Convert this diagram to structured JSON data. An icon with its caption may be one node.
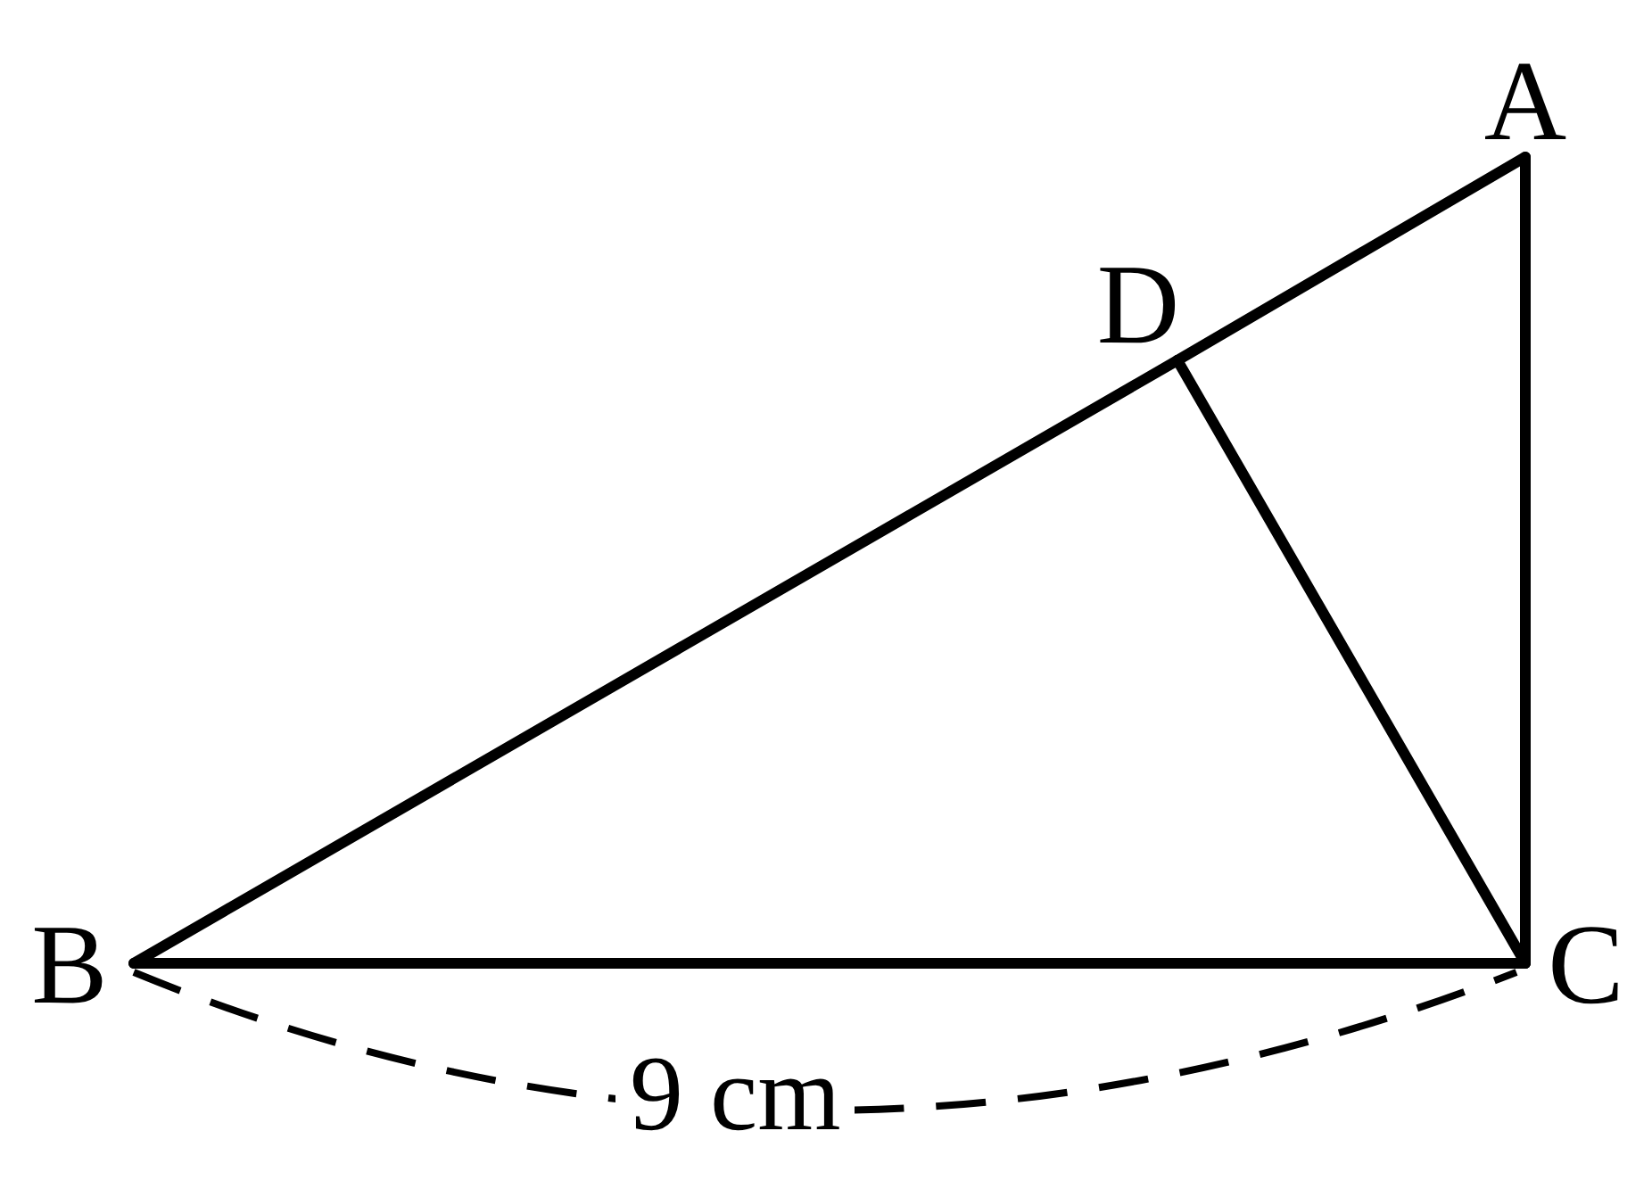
{
  "diagram": {
    "nodes": [
      {
        "text": [
          "A"
        ]
      },
      {
        "text": [
          "D"
        ]
      },
      {
        "text": [
          "B"
        ]
      },
      {
        "text": [
          "C"
        ]
      }
    ],
    "edges": [
      {
        "from": 2,
        "to": 1,
        "arrow": "none"
      },
      {
        "from": 1,
        "to": 0,
        "arrow": "none"
      },
      {
        "from": 0,
        "to": 3,
        "arrow": "none"
      },
      {
        "from": 2,
        "to": 3,
        "arrow": "none"
      },
      {
        "from": 1,
        "to": 3,
        "arrow": "none"
      }
    ],
    "labels": [
      "9 cm"
    ]
  }
}
